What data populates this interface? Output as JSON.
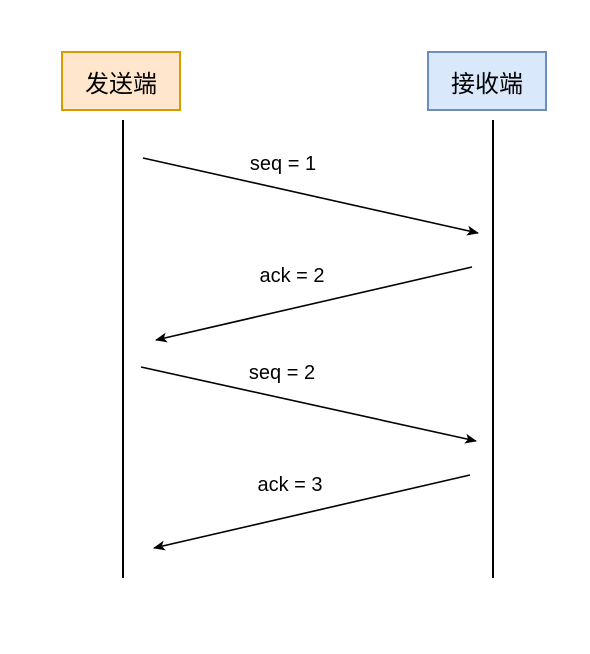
{
  "participants": {
    "sender": {
      "label": "发送端",
      "fill": "#ffe6cc",
      "stroke": "#d79b00"
    },
    "receiver": {
      "label": "接收端",
      "fill": "#dae8fc",
      "stroke": "#6c8ebf"
    }
  },
  "messages": [
    {
      "label": "seq = 1",
      "from": "sender",
      "to": "receiver"
    },
    {
      "label": "ack = 2",
      "from": "receiver",
      "to": "sender"
    },
    {
      "label": "seq = 2",
      "from": "sender",
      "to": "receiver"
    },
    {
      "label": "ack = 3",
      "from": "receiver",
      "to": "sender"
    }
  ]
}
